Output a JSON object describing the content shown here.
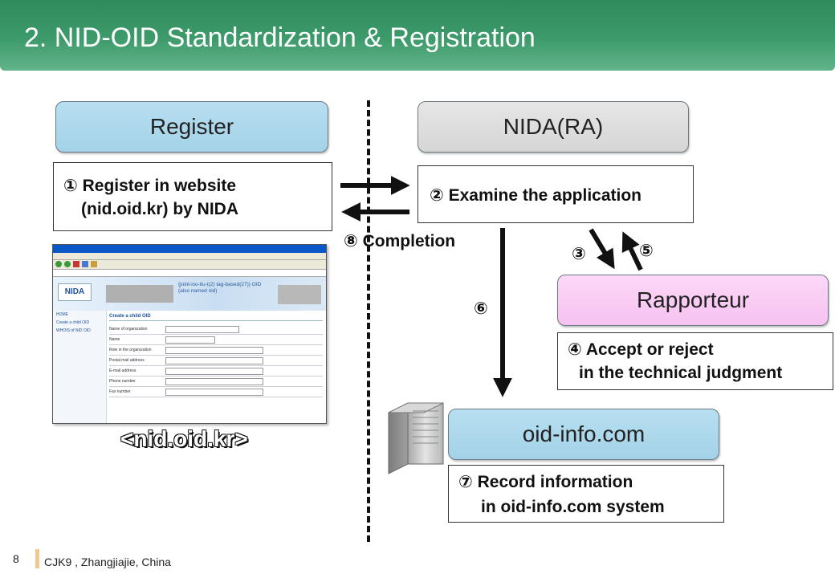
{
  "header": {
    "title": "2. NID-OID Standardization & Registration"
  },
  "actors": {
    "register": "Register",
    "nida": "NIDA(RA)",
    "rapporteur": "Rapporteur",
    "oidinfo": "oid-info.com"
  },
  "steps": {
    "s1_line1": "① Register in website",
    "s1_line2": "(nid.oid.kr) by NIDA",
    "s2": "② Examine the application",
    "s3": "③",
    "s4_line1": "④ Accept or reject",
    "s4_line2": "in the technical judgment",
    "s5": "⑤",
    "s6": "⑥",
    "s7_line1": "⑦ Record information",
    "s7_line2": "in oid-info.com system",
    "s8": "⑧ Completion"
  },
  "screenshot": {
    "caption": "<nid.oid.kr>",
    "window_title": "NIDA",
    "banner_text": "{joint-iso-itu-t(2) tag-based(27)} OID\n(also named nid)",
    "sidebar_items": [
      "HOME",
      "Create a child OID",
      "WHOIS of NID OID"
    ],
    "form_title": "Create a child OID",
    "form_rows": [
      "Name of organization",
      "Name",
      "Role in the organization",
      "Postal mail address",
      "E-mail address",
      "Phone number",
      "Fax number"
    ]
  },
  "footer": {
    "page_number": "8",
    "event": "CJK9 , Zhangjiajie, China"
  },
  "colors": {
    "header_green": "#3d9a6b",
    "blue_actor": "#a9d6eb",
    "gray_actor": "#dcdcdc",
    "pink_actor": "#f9cbf3"
  }
}
